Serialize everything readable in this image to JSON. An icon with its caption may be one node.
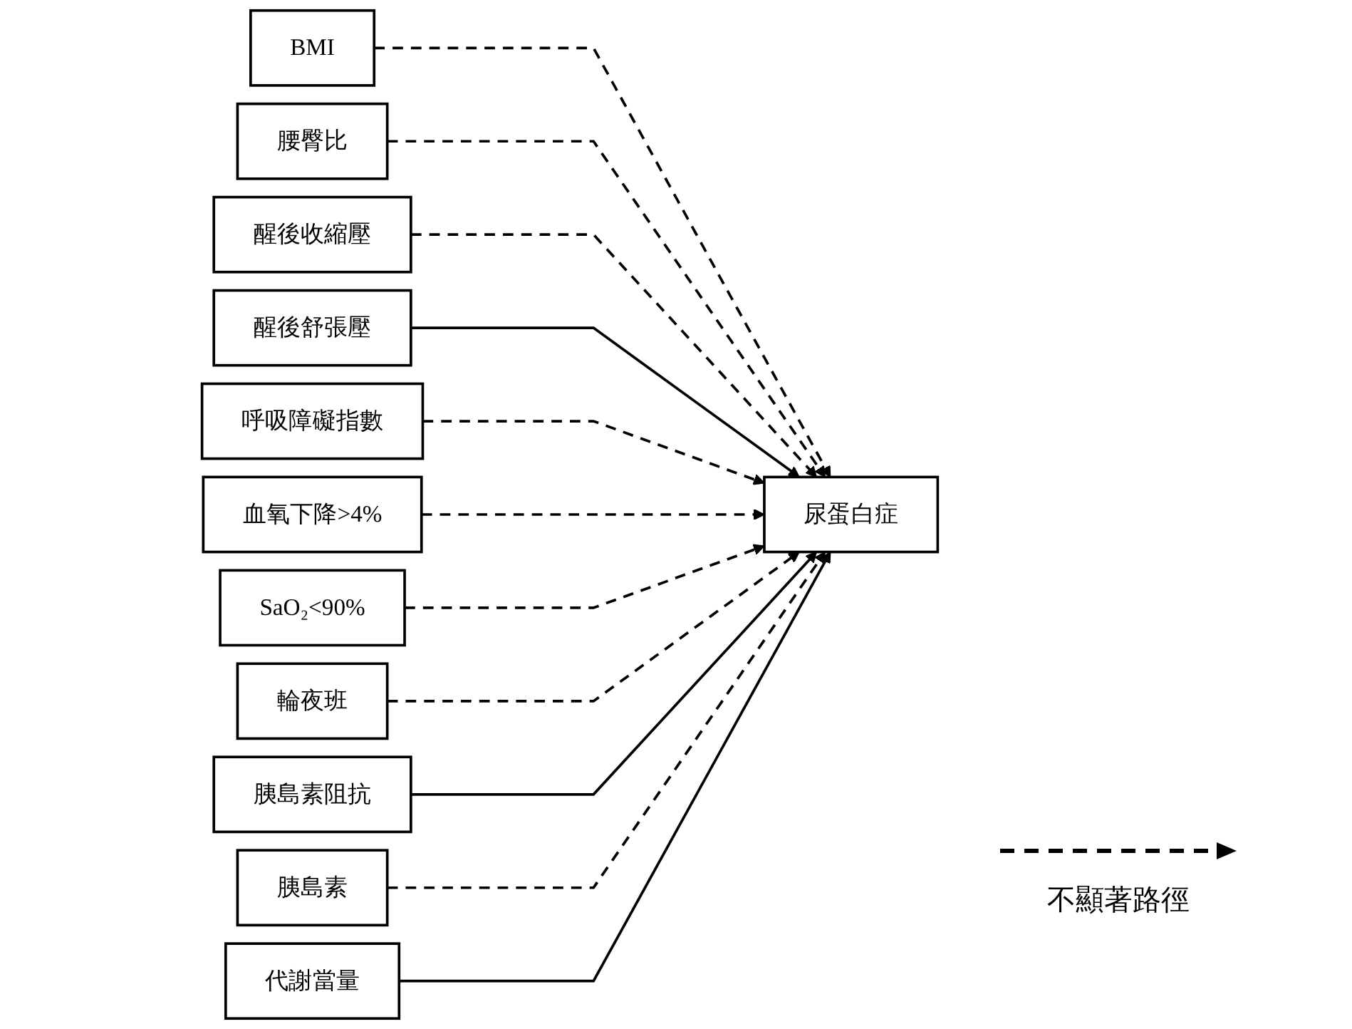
{
  "diagram": {
    "nodes": [
      {
        "text": [
          "BMI"
        ]
      },
      {
        "text": [
          "腰臀比"
        ]
      },
      {
        "text": [
          "醒後收縮壓"
        ]
      },
      {
        "text": [
          "醒後舒張壓"
        ]
      },
      {
        "text": [
          "呼吸障礙指數"
        ]
      },
      {
        "text": [
          "血氧下降>4%"
        ]
      },
      {
        "text": [
          "SaO₂<90%"
        ]
      },
      {
        "text": [
          "輪夜班"
        ]
      },
      {
        "text": [
          "胰島素阻抗"
        ]
      },
      {
        "text": [
          "胰島素"
        ]
      },
      {
        "text": [
          "代謝當量"
        ]
      },
      {
        "text": [
          "尿蛋白症"
        ]
      }
    ],
    "edges": [
      {
        "from": 0,
        "to": 11,
        "arrow": "to",
        "style": "dashed"
      },
      {
        "from": 1,
        "to": 11,
        "arrow": "to",
        "style": "dashed"
      },
      {
        "from": 2,
        "to": 11,
        "arrow": "to",
        "style": "dashed"
      },
      {
        "from": 3,
        "to": 11,
        "arrow": "to"
      },
      {
        "from": 4,
        "to": 11,
        "arrow": "to",
        "style": "dashed"
      },
      {
        "from": 5,
        "to": 11,
        "arrow": "to",
        "style": "dashed"
      },
      {
        "from": 6,
        "to": 11,
        "arrow": "to",
        "style": "dashed"
      },
      {
        "from": 7,
        "to": 11,
        "arrow": "to",
        "style": "dashed"
      },
      {
        "from": 8,
        "to": 11,
        "arrow": "to"
      },
      {
        "from": 9,
        "to": 11,
        "arrow": "to",
        "style": "dashed"
      },
      {
        "from": 10,
        "to": 11,
        "arrow": "to"
      }
    ],
    "legend": [
      {
        "text": "不顯著路徑"
      }
    ]
  }
}
